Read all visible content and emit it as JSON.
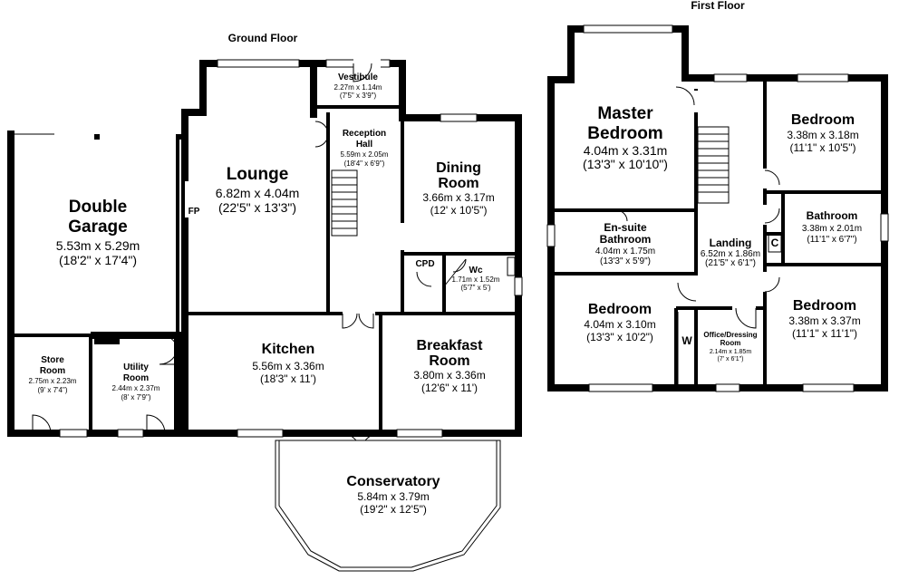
{
  "floors": {
    "ground": "Ground Floor",
    "first": "First Floor"
  },
  "rooms": {
    "double_garage": {
      "name1": "Double",
      "name2": "Garage",
      "metric": "5.53m x 5.29m",
      "imperial": "(18'2\" x 17'4\")"
    },
    "store_room": {
      "name1": "Store",
      "name2": "Room",
      "metric": "2.75m x 2.23m",
      "imperial": "(9' x 7'4\")"
    },
    "utility_room": {
      "name1": "Utility",
      "name2": "Room",
      "metric": "2.44m x 2.37m",
      "imperial": "(8' x 7'9\")"
    },
    "lounge": {
      "name": "Lounge",
      "metric": "6.82m x 4.04m",
      "imperial": "(22'5\" x 13'3\")",
      "fp": "FP"
    },
    "vestibule": {
      "name": "Vestibule",
      "metric": "2.27m x 1.14m",
      "imperial": "(7'5\" x 3'9\")"
    },
    "reception_hall": {
      "name1": "Reception",
      "name2": "Hall",
      "metric": "5.59m x 2.05m",
      "imperial": "(18'4\" x 6'9\")"
    },
    "dining_room": {
      "name1": "Dining",
      "name2": "Room",
      "metric": "3.66m x 3.17m",
      "imperial": "(12' x 10'5\")"
    },
    "cpd": {
      "name": "CPD"
    },
    "wc": {
      "name": "Wc",
      "metric": "1.71m x 1.52m",
      "imperial": "(5'7\" x 5')"
    },
    "kitchen": {
      "name": "Kitchen",
      "metric": "5.56m x 3.36m",
      "imperial": "(18'3\" x 11')"
    },
    "breakfast_room": {
      "name1": "Breakfast",
      "name2": "Room",
      "metric": "3.80m x 3.36m",
      "imperial": "(12'6\" x 11')"
    },
    "conservatory": {
      "name": "Conservatory",
      "metric": "5.84m x 3.79m",
      "imperial": "(19'2\" x 12'5\")"
    },
    "master_bedroom": {
      "name1": "Master",
      "name2": "Bedroom",
      "metric": "4.04m x 3.31m",
      "imperial": "(13'3\" x 10'10\")"
    },
    "bedroom_ne": {
      "name": "Bedroom",
      "metric": "3.38m x 3.18m",
      "imperial": "(11'1\" x 10'5\")"
    },
    "bathroom": {
      "name": "Bathroom",
      "metric": "3.38m x 2.01m",
      "imperial": "(11'1\" x 6'7\")"
    },
    "ensuite": {
      "name1": "En-suite",
      "name2": "Bathroom",
      "metric": "4.04m x 1.75m",
      "imperial": "(13'3\" x 5'9\")"
    },
    "landing": {
      "name": "Landing",
      "metric": "6.52m x 1.86m",
      "imperial": "(21'5\" x 6'1\")",
      "c": "C"
    },
    "bedroom_sw": {
      "name": "Bedroom",
      "metric": "4.04m x 3.10m",
      "imperial": "(13'3\" x 10'2\")",
      "w": "W"
    },
    "office": {
      "name1": "Office/Dressing",
      "name2": "Room",
      "metric": "2.14m x 1.85m",
      "imperial": "(7' x 6'1\")"
    },
    "bedroom_se": {
      "name": "Bedroom",
      "metric": "3.38m x 3.37m",
      "imperial": "(11'1\" x 11'1\")"
    }
  }
}
